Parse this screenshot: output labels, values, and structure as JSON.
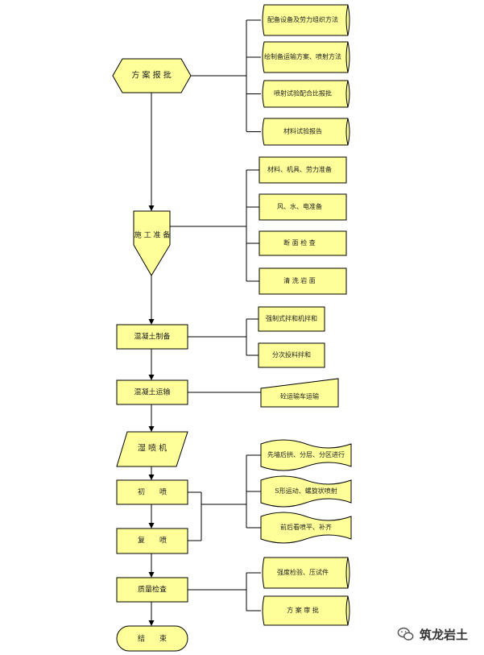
{
  "colors": {
    "fill": "#ffff99",
    "stroke": "#000000",
    "text": "#222222"
  },
  "main_flow": [
    {
      "id": "plan-approval",
      "label": "方 案 报 批",
      "shape": "hexagon"
    },
    {
      "id": "construction-prep",
      "label": "施 工 准 备",
      "shape": "pentagon-down"
    },
    {
      "id": "concrete-mixing",
      "label": "混凝土制备",
      "shape": "rect"
    },
    {
      "id": "concrete-transport",
      "label": "混凝土运输",
      "shape": "rect"
    },
    {
      "id": "sprayer",
      "label": "湿 喷 机",
      "shape": "parallelogram"
    },
    {
      "id": "initial-spray",
      "label": "初　　喷",
      "shape": "rect"
    },
    {
      "id": "re-spray",
      "label": "复　　喷",
      "shape": "rect"
    },
    {
      "id": "quality-check",
      "label": "质量检查",
      "shape": "rect"
    },
    {
      "id": "end",
      "label": "结　　束",
      "shape": "terminator"
    }
  ],
  "side_groups": [
    {
      "parent": "plan-approval",
      "shape": "scroll",
      "items": [
        "配备设备及劳力组织方法",
        "绘制备运输方案、喷射方法",
        "喷射试验配合比报批",
        "材料试验报告"
      ]
    },
    {
      "parent": "construction-prep",
      "shape": "rect",
      "items": [
        "材料、机具、劳力准备",
        "风、水、电准备",
        "断 面 检 查",
        "清 洗 岩 面"
      ]
    },
    {
      "parent": "concrete-mixing",
      "shape": "rect",
      "items": [
        "强制式拌和机拌和",
        "分次投料拌和"
      ]
    },
    {
      "parent": "concrete-transport",
      "shape": "manual-input",
      "items": [
        "砼运输车运输"
      ]
    },
    {
      "parent": "initial-spray",
      "shape": "wave",
      "items": [
        "先墙后拱、分层、分区进行",
        "S形运动、螺旋状喷射",
        "前后看喷平、补齐"
      ]
    },
    {
      "parent": "quality-check",
      "shape": "scroll",
      "items": [
        "强度检验、压试件",
        "方 案 审 批"
      ]
    }
  ],
  "watermark": {
    "text": "筑龙岩土",
    "icon": "wechat-icon"
  }
}
